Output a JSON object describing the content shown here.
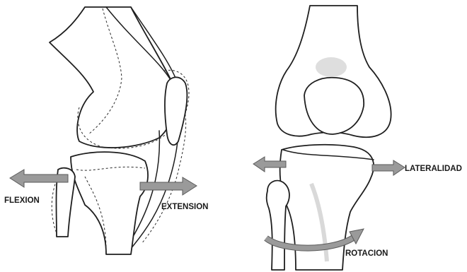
{
  "labels": {
    "flexion": "FLEXION",
    "extension": "EXTENSION",
    "lateralidad": "LATERALIDAD",
    "rotacion": "ROTACION"
  },
  "colors": {
    "arrow_fill": "#9a9a9a",
    "arrow_stroke": "#5a5a5a",
    "bone_stroke": "#1e1e1e",
    "shade": "#b4b4b4"
  }
}
